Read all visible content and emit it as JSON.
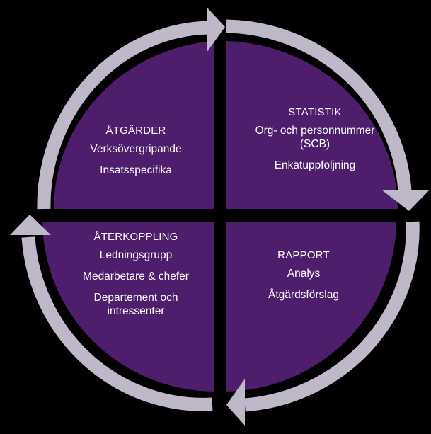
{
  "colors": {
    "background": "#000000",
    "quadrant_fill": "#4e1d6b",
    "arrow_ring": "#bfb8c9",
    "text": "#ffffff"
  },
  "quadrants": {
    "top_left": {
      "title": "ÅTGÄRDER",
      "items": [
        "Verksövergripande",
        "Insatsspecifika"
      ]
    },
    "top_right": {
      "title": "STATISTIK",
      "items": [
        "Org- och personnummer (SCB)",
        "Enkätuppföljning"
      ]
    },
    "bottom_right": {
      "title": "RAPPORT",
      "items": [
        "Analys",
        "Åtgärdsförslag"
      ]
    },
    "bottom_left": {
      "title": "ÅTERKOPPLING",
      "items": [
        "Ledningsgrupp",
        "Medarbetare & chefer",
        "Departement och intressenter"
      ]
    }
  }
}
